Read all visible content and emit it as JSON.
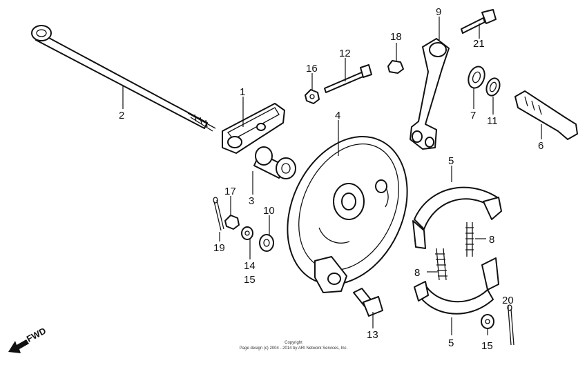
{
  "footer": {
    "line1": "Copyright",
    "line2": "Page design (c) 2004 - 2014 by ARI Network Services, Inc."
  },
  "direction_label": "FWD",
  "callouts": {
    "c1": "1",
    "c2": "2",
    "c3": "3",
    "c4": "4",
    "c5a": "5",
    "c5b": "5",
    "c6": "6",
    "c7": "7",
    "c8a": "8",
    "c8b": "8",
    "c9": "9",
    "c10": "10",
    "c11": "11",
    "c12": "12",
    "c13": "13",
    "c14": "14",
    "c15a": "15",
    "c15b": "15",
    "c16": "16",
    "c17": "17",
    "c18": "18",
    "c19": "19",
    "c20": "20",
    "c21": "21"
  }
}
